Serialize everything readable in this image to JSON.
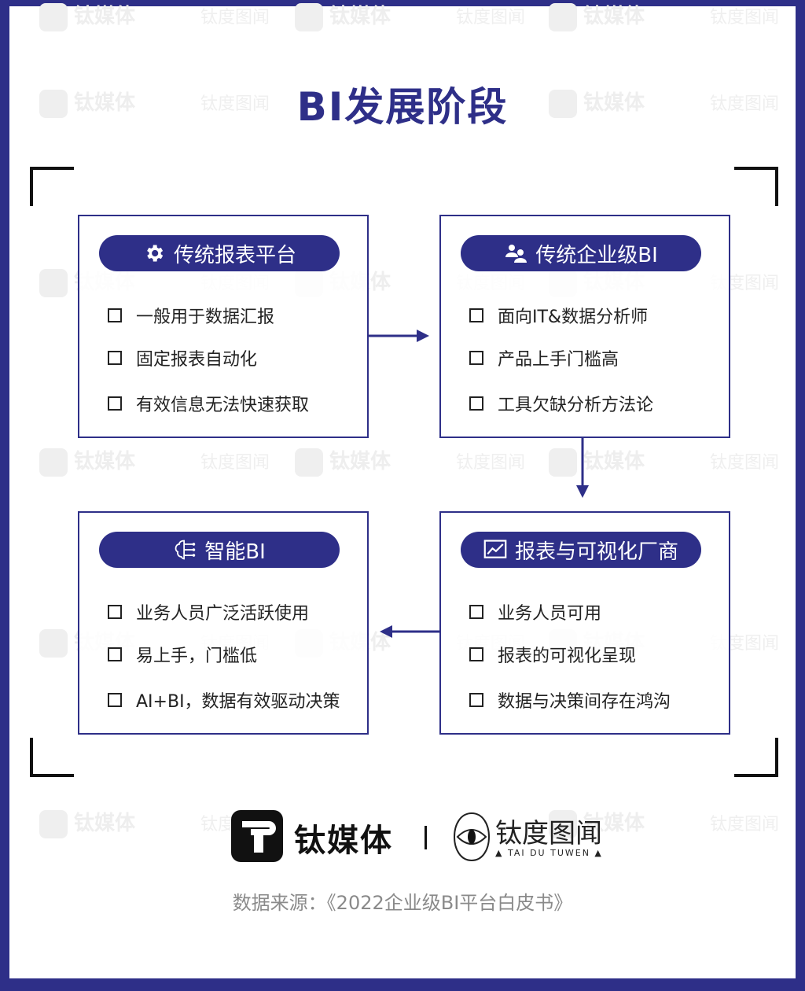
{
  "title": "BI发展阶段",
  "watermark": {
    "brand_a": "钛媒体",
    "brand_b": "钛度图闻"
  },
  "cards": [
    {
      "heading": "传统报表平台",
      "icon": "gear-icon",
      "items": [
        "一般用于数据汇报",
        "固定报表自动化",
        "有效信息无法快速获取"
      ]
    },
    {
      "heading": "传统企业级BI",
      "icon": "users-icon",
      "items": [
        "面向IT&数据分析师",
        "产品上手门槛高",
        "工具欠缺分析方法论"
      ]
    },
    {
      "heading": "报表与可视化厂商",
      "icon": "chart-icon",
      "items": [
        "业务人员可用",
        "报表的可视化呈现",
        "数据与决策间存在鸿沟"
      ]
    },
    {
      "heading": "智能BI",
      "icon": "brain-circuit-icon",
      "items": [
        "业务人员广泛活跃使用",
        "易上手，门槛低",
        "AI+BI，数据有效驱动决策"
      ]
    }
  ],
  "logos": {
    "brand_a": "钛媒体",
    "brand_b": "钛度图闻",
    "brand_b_sub": "▲ TAI DU TUWEN ▲"
  },
  "source": "数据来源：《2022企业级BI平台白皮书》",
  "colors": {
    "primary": "#2e2f88",
    "text": "#222222",
    "muted": "#8a8a8a"
  }
}
